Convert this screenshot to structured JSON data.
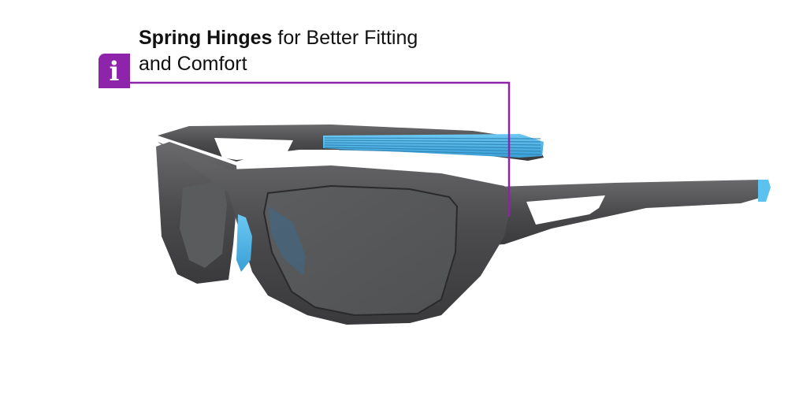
{
  "callout": {
    "title_bold": "Spring Hinges",
    "title_rest": " for Better Fitting",
    "line2": "and Comfort",
    "icon": "info-icon",
    "icon_glyph": "i",
    "accent_color": "#8e24aa"
  },
  "product": {
    "type": "sport sunglasses",
    "frame_color": "#4a4a4c",
    "accent_color": "#4fb3e8",
    "lens_color": "#58595b"
  }
}
